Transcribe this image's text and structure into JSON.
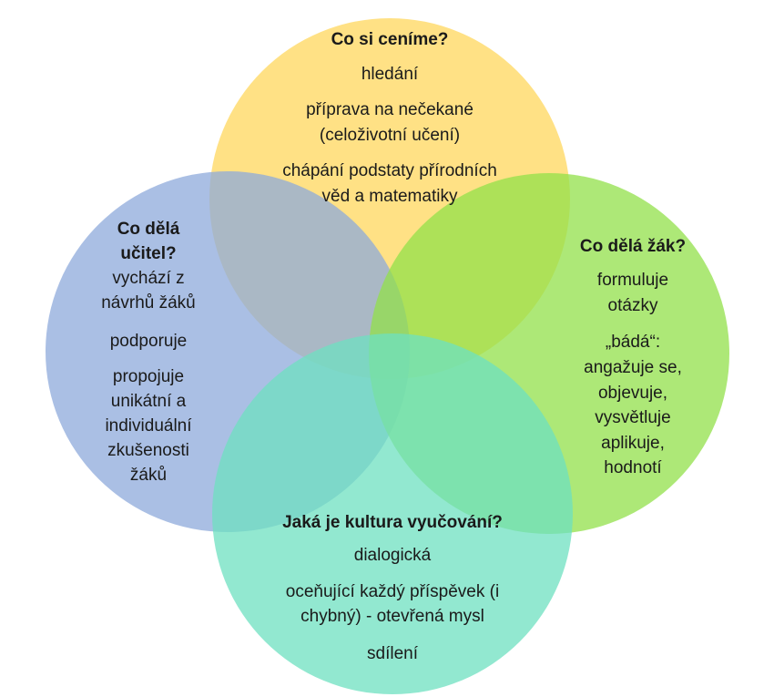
{
  "circles": {
    "top": {
      "color": "#FFD966",
      "title": "Co si ceníme?",
      "items": [
        "hledání",
        "příprava na nečekané",
        "(celoživotní učení)",
        "chápání podstaty přírodních",
        "věd a matematiky"
      ]
    },
    "left": {
      "color": "#8EA9DB",
      "title_line1": "Co dělá",
      "title_line2": "učitel?",
      "items": [
        "vychází z",
        "návrhů žáků",
        "podporuje",
        "propojuje",
        "unikátní a",
        "individuální",
        "zkušenosti",
        "žáků"
      ]
    },
    "right": {
      "color": "#92E04A",
      "title": "Co dělá žák?",
      "items": [
        "formuluje",
        "otázky",
        "„bádá“:",
        "angažuje se,",
        "objevuje,",
        "vysvětluje",
        "aplikuje,",
        "hodnotí"
      ]
    },
    "bottom": {
      "color": "#6EE0C0",
      "title": "Jaká je kultura vyučování?",
      "items": [
        "dialogická",
        "oceňující každý příspěvek (i",
        "chybný) - otevřená mysl",
        "sdílení"
      ]
    }
  }
}
